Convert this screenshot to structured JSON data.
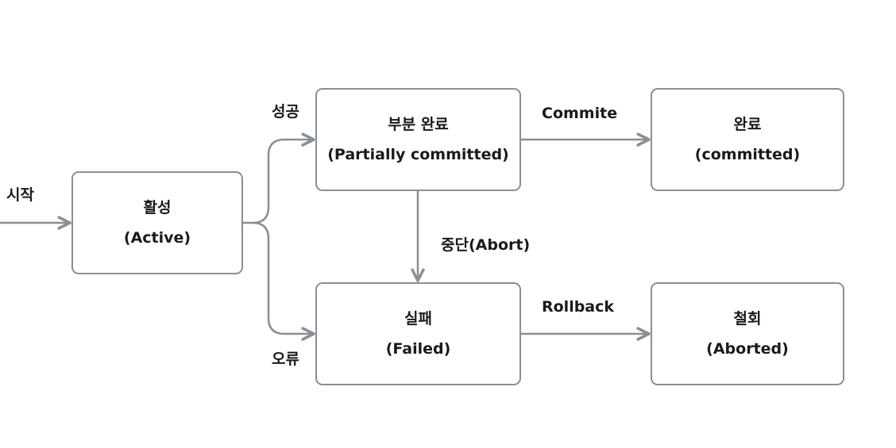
{
  "states": {
    "active": {
      "name": "활성",
      "english": "(Active)"
    },
    "partial": {
      "name": "부분 완료",
      "english": "(Partially committed)"
    },
    "committed": {
      "name": "완료",
      "english": "(committed)"
    },
    "failed": {
      "name": "실패",
      "english": "(Failed)"
    },
    "aborted": {
      "name": "철회",
      "english": "(Aborted)"
    }
  },
  "transitions": {
    "start": "시작",
    "success": "성공",
    "error": "오류",
    "commit": "Commite",
    "abort": "중단(Abort)",
    "rollback": "Rollback"
  },
  "colors": {
    "border": "#8a8e95",
    "edge": "#8a8e95",
    "text": "#1a1a1a"
  }
}
